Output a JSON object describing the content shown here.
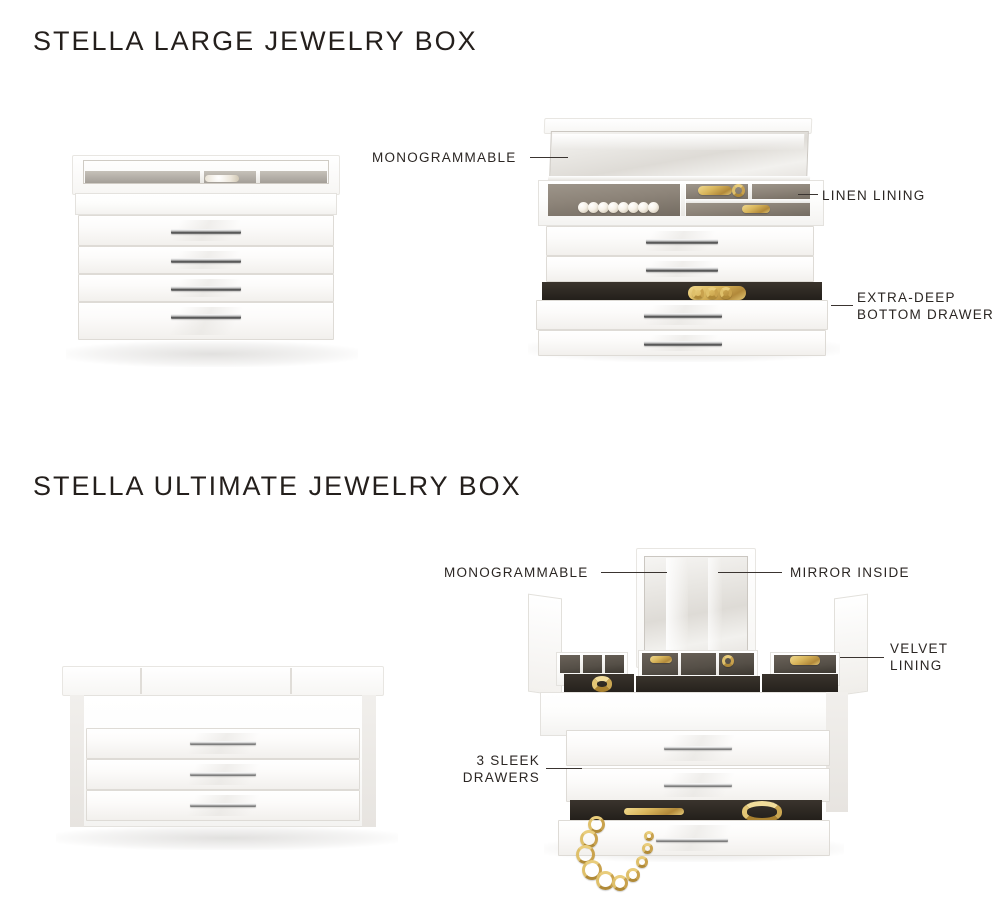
{
  "page": {
    "background": "#ffffff",
    "text_color": "#241f1c",
    "leader_color": "#3a3430"
  },
  "sections": [
    {
      "id": "stella-large",
      "title": "STELLA LARGE JEWELRY BOX",
      "callouts": [
        {
          "id": "monogrammable",
          "lines": [
            "MONOGRAMMABLE"
          ],
          "align": "left"
        },
        {
          "id": "linen-lining",
          "lines": [
            "LINEN LINING"
          ],
          "align": "left"
        },
        {
          "id": "extra-deep-bottom-drawer",
          "lines": [
            "EXTRA-DEEP",
            "BOTTOM DRAWER"
          ],
          "align": "left"
        }
      ],
      "products": [
        {
          "id": "large-closed",
          "state": "closed",
          "drawers": 4,
          "lid": "glass-top"
        },
        {
          "id": "large-open",
          "state": "open",
          "drawers": 4,
          "lid": "mirrored-lid",
          "lining": "linen"
        }
      ]
    },
    {
      "id": "stella-ultimate",
      "title": "STELLA ULTIMATE JEWELRY BOX",
      "callouts": [
        {
          "id": "monogrammable",
          "lines": [
            "MONOGRAMMABLE"
          ],
          "align": "left"
        },
        {
          "id": "mirror-inside",
          "lines": [
            "MIRROR INSIDE"
          ],
          "align": "left"
        },
        {
          "id": "velvet-lining",
          "lines": [
            "VELVET",
            "LINING"
          ],
          "align": "left"
        },
        {
          "id": "three-sleek-drawers",
          "lines": [
            "3 SLEEK",
            "DRAWERS"
          ],
          "align": "right"
        }
      ],
      "products": [
        {
          "id": "ultimate-closed",
          "state": "closed",
          "drawers": 3,
          "lid": "split-hinged-lid"
        },
        {
          "id": "ultimate-open",
          "state": "open",
          "drawers": 3,
          "lid": "mirror-lid-with-wings",
          "lining": "velvet"
        }
      ]
    }
  ],
  "colors": {
    "lacquer_white": "#ffffff",
    "lacquer_shadow": "#f2f0ed",
    "linen_taupe": "#8d8479",
    "velvet_dark": "#3d3831",
    "chrome": "#3c3c3c",
    "gold": "#d9b65c",
    "pearl": "#f6f1e8"
  }
}
